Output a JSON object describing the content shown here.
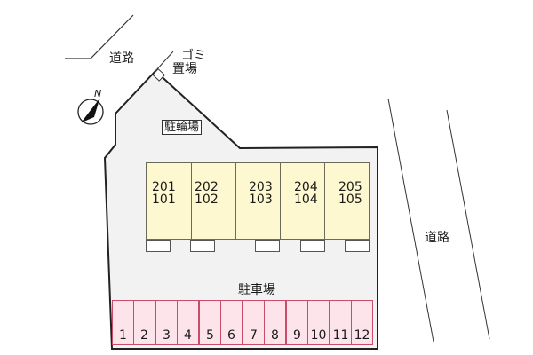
{
  "labels": {
    "road_top": "道路",
    "road_right": "道路",
    "garbage_line1": "ゴミ",
    "garbage_line2": "置場",
    "bicycle_parking": "駐輪場",
    "parking": "駐車場",
    "north": "N"
  },
  "building": {
    "units": [
      {
        "upper": "201",
        "lower": "101"
      },
      {
        "upper": "202",
        "lower": "102"
      },
      {
        "upper": "203",
        "lower": "103"
      },
      {
        "upper": "204",
        "lower": "104"
      },
      {
        "upper": "205",
        "lower": "105"
      }
    ]
  },
  "parking": {
    "stalls": [
      "1",
      "2",
      "3",
      "4",
      "5",
      "6",
      "7",
      "8",
      "9",
      "10",
      "11",
      "12"
    ]
  },
  "colors": {
    "lot_fill": "#f2f2f2",
    "unit_fill": "#fdf8cf",
    "stall_fill": "#fde4ea",
    "stall_border": "#c94d6a"
  }
}
